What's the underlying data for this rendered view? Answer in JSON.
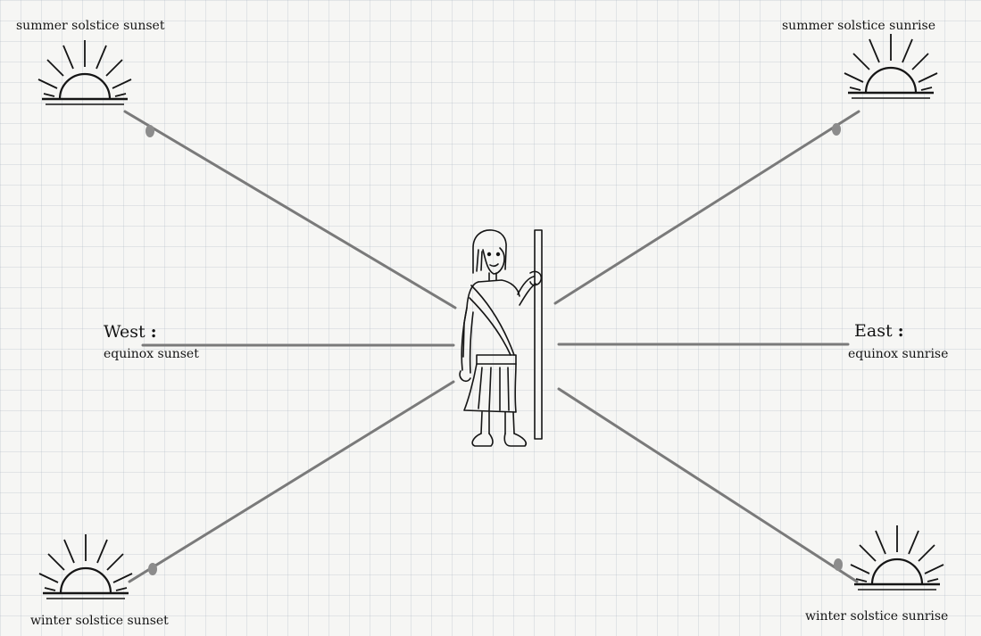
{
  "labels": {
    "summer_solstice_sunset": "summer solstice sunset",
    "summer_solstice_sunrise": "summer solstice sunrise",
    "west": "West",
    "east": "East",
    "colon": ":",
    "equinox_sunset": "equinox sunset",
    "equinox_sunrise": "equinox sunrise",
    "winter_solstice_sunset": "winter solstice sunset",
    "winter_solstice_sunrise": "winter solstice sunrise"
  },
  "colors": {
    "ink": "#151515",
    "sightline": "#7a7a7a",
    "grid": "#c9ced6",
    "paper": "#f6f6f4"
  }
}
